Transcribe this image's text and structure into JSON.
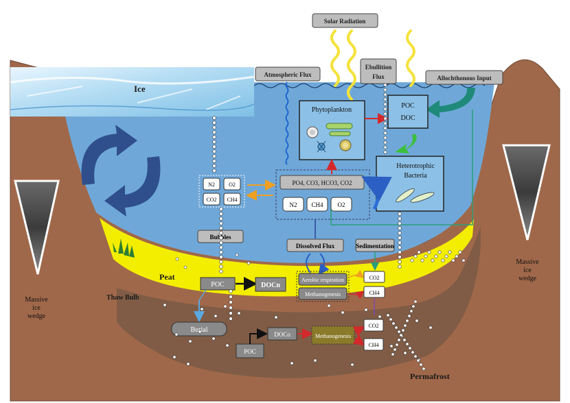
{
  "labels": {
    "solar_radiation": "Solar Radiation",
    "atmospheric_flux": "Atmospheric Flux",
    "ebullition_flux_line1": "Ebullition",
    "ebullition_flux_line2": "Flux",
    "allochthonous_input": "Allochthonous Input",
    "ice": "Ice",
    "phytoplankton": "Phytoplankton",
    "poc_upper": "POC",
    "doc_upper": "DOC",
    "heterotrophic_line1": "Heterotrophic",
    "heterotrophic_line2": "Bacteria",
    "nutrients": "PO4, CO3, HCO3, CO2",
    "n2_right": "N2",
    "ch4_right": "CH4",
    "o2_right": "O2",
    "n2_left": "N2",
    "o2_left": "O2",
    "co2_left": "CO2",
    "ch4_left": "CH4",
    "bubbles": "Bubbles",
    "dissolved_flux": "Dissolved Flux",
    "sedimentation": "Sedimentation",
    "peat": "Peat",
    "thaw_bulb": "Thaw Bulb",
    "poc_peat": "POC",
    "docn": "DOCn",
    "aerobic_respiration": "Aerobic respiration",
    "methanogenesis_peat": "Methanogenesis",
    "co2_peat": "CO2",
    "ch4_peat": "CH4",
    "burial": "Burial",
    "doco": "DOCo",
    "methanogenesis_deep": "Methanogenesis",
    "co2_deep": "CO2",
    "ch4_deep": "CH4",
    "poc_deep": "POC",
    "permafrost": "Permafrost",
    "massive_left_1": "Massive",
    "massive_left_2": "ice",
    "massive_left_3": "wedge",
    "massive_right_1": "Massive",
    "massive_right_2": "ice",
    "massive_right_3": "wedge"
  },
  "colors": {
    "water": "#6fa8d8",
    "soil": "#a0684a",
    "deep_soil": "#7a5a45",
    "peat": "#f3ee00",
    "ice": "#a9d3ee",
    "sun_ray": "#f4e23a",
    "label_box": "#bdbdbd",
    "arrow_red": "#d4282a",
    "arrow_orange": "#f0a020",
    "arrow_green": "#2a9d7a",
    "cycle_arrow": "#2f4f8c"
  }
}
